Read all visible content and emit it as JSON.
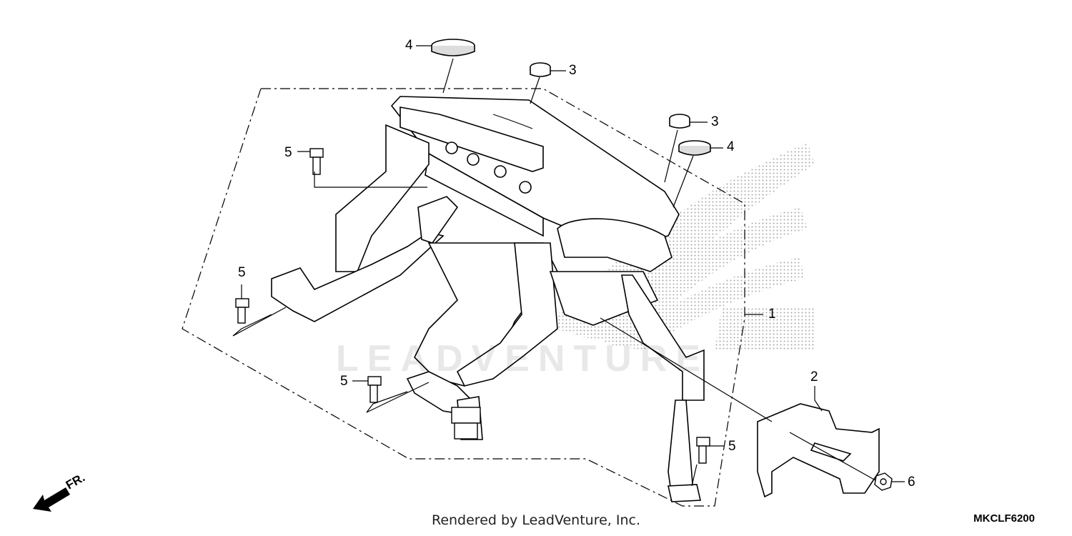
{
  "diagram": {
    "watermark_text": "LEADVENTURE",
    "direction_label": "FR.",
    "credit": "Rendered by LeadVenture, Inc.",
    "diagram_code": "MKCLF6200",
    "callouts": {
      "c1": "1",
      "c2": "2",
      "c3a": "3",
      "c3b": "3",
      "c4a": "4",
      "c4b": "4",
      "c5a": "5",
      "c5b": "5",
      "c5c": "5",
      "c5d": "5",
      "c6": "6"
    },
    "colors": {
      "line": "#000000",
      "dots": "#9a9a9a",
      "background": "#ffffff"
    }
  }
}
